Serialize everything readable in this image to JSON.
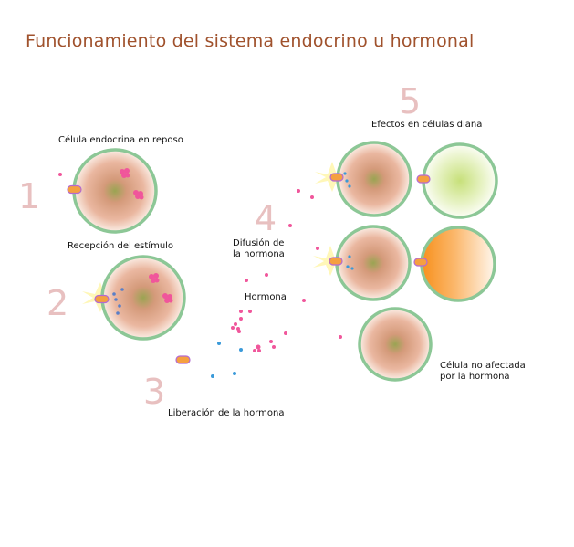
{
  "title": "Funcionamiento del sistema endocrino u hormonal",
  "steps": [
    "1",
    "2",
    "3",
    "4",
    "5"
  ],
  "labels": {
    "resting_cell": "Célula endocrina en reposo",
    "stimulus": "Recepción del estímulo",
    "release": "Liberación de la hormona",
    "diffusion_line1": "Difusión de",
    "diffusion_line2": "la hormona",
    "hormone": "Hormona",
    "effects": "Efectos en células diana",
    "unaffected_line1": "Célula no afectada",
    "unaffected_line2": "por la hormona"
  },
  "colors": {
    "title": "#a0522d",
    "step_number": "#e8c0c0",
    "cell_border": "#8cc796",
    "hormone": "#f0569b",
    "signal_blue": "#3a9ad9",
    "receptor": "#f5a040",
    "target_green": "#c9e58a",
    "target_orange": "#f7931e"
  }
}
